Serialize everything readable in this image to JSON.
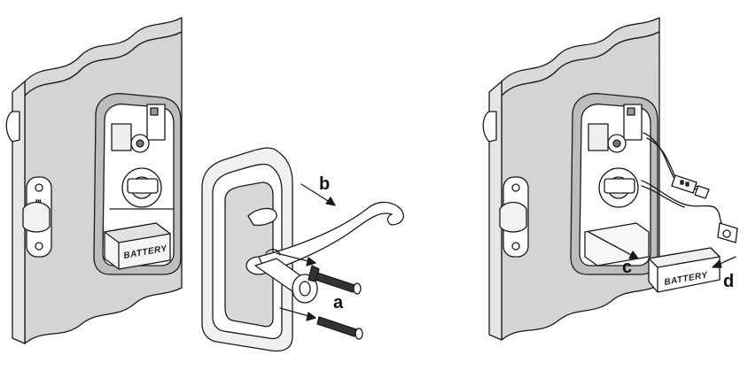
{
  "left_figure": {
    "battery_label": "BATTERY",
    "callouts": {
      "b": "b",
      "a": "a"
    }
  },
  "right_figure": {
    "battery_label": "BATTERY",
    "callouts": {
      "c": "c",
      "d": "d"
    }
  }
}
